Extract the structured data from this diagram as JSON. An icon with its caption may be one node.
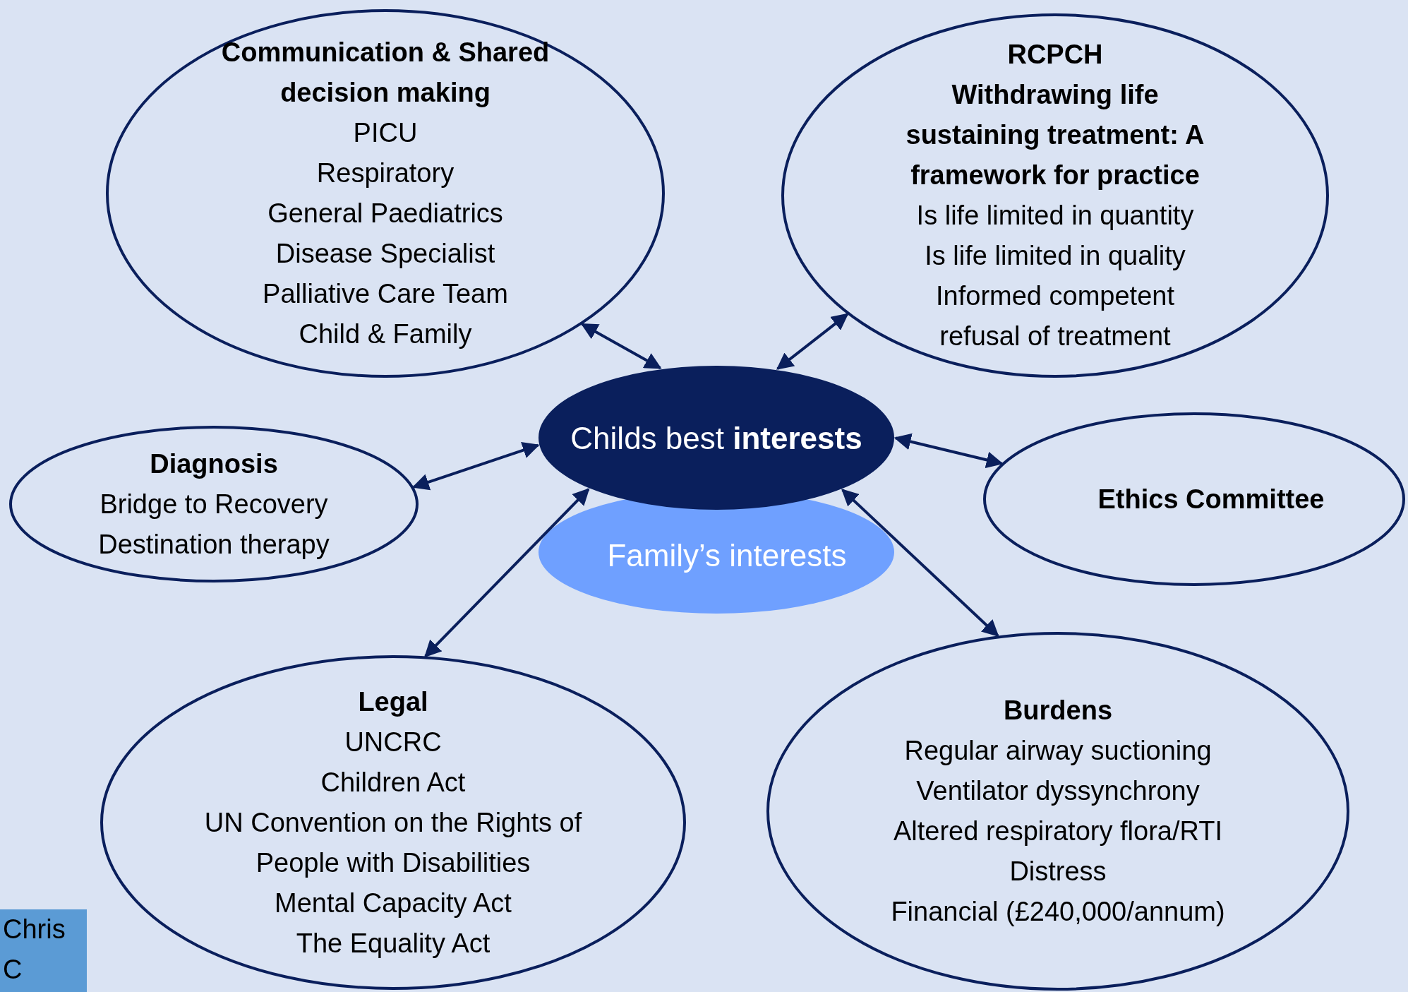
{
  "diagram": {
    "nodes": [
      {
        "text": [
          "Communication & Shared decision making",
          "PICU",
          "Respiratory",
          "General Paediatrics",
          "Disease Specialist",
          "Palliative Care Team",
          "Child & Family"
        ]
      },
      {
        "text": [
          "RCPCH",
          "Withdrawing life sustaining treatment: A framework for practice",
          "Is life limited in quantity",
          "Is life limited in quality",
          "Informed competent refusal of treatment"
        ]
      },
      {
        "text": [
          "Diagnosis",
          "Bridge to Recovery",
          "Destination therapy"
        ]
      },
      {
        "text": [
          "Childs best **interests**"
        ]
      },
      {
        "text": [
          "Ethics Committee"
        ]
      },
      {
        "text": [
          "Family’s interests"
        ]
      },
      {
        "text": [
          "Legal",
          "UNCRC",
          "Children Act",
          "UN Convention on the Rights of People with Disabilities",
          "Mental Capacity Act",
          "The Equality Act"
        ]
      },
      {
        "text": [
          "Burdens",
          "Regular airway suctioning",
          "Ventilator dyssynchrony",
          "Altered respiratory flora/RTI",
          "Distress",
          "Financial (£240,000/annum)"
        ]
      }
    ],
    "edges": [
      {
        "from": 0,
        "to": 3,
        "arrow": "both"
      },
      {
        "from": 3,
        "to": 1,
        "arrow": "both"
      },
      {
        "from": 2,
        "to": 3,
        "arrow": "both"
      },
      {
        "from": 3,
        "to": 4,
        "arrow": "both"
      },
      {
        "from": 3,
        "to": 6,
        "arrow": "both"
      },
      {
        "from": 3,
        "to": 7,
        "arrow": "both"
      }
    ],
    "labels": [
      "Chris C"
    ]
  }
}
